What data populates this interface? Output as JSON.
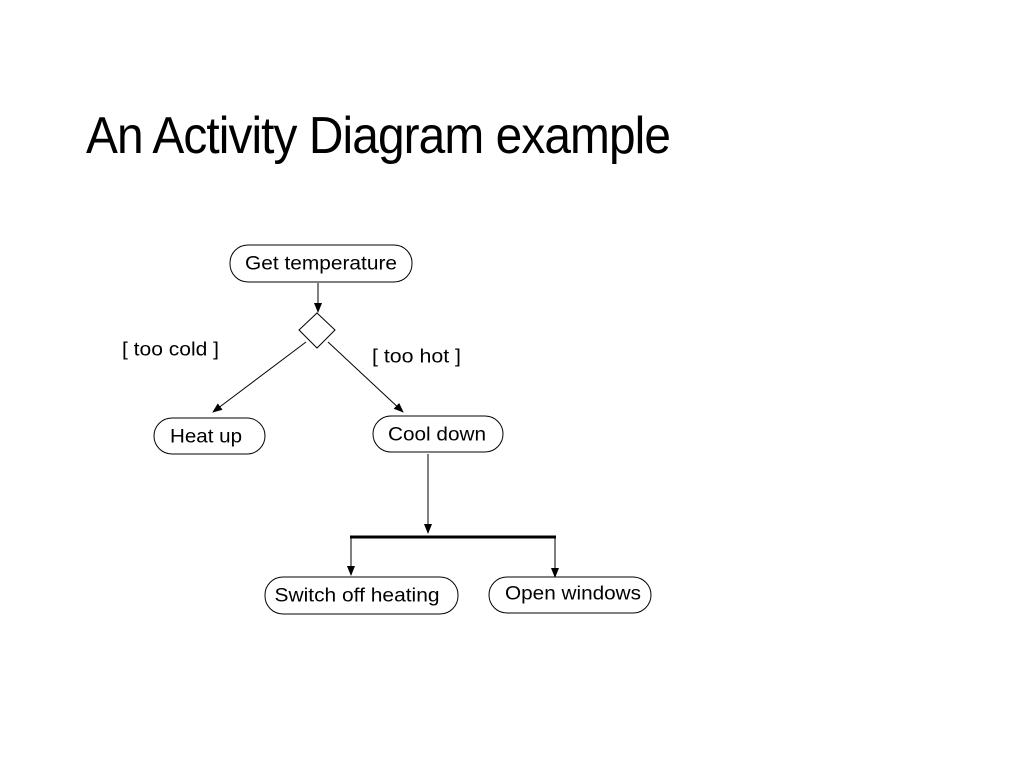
{
  "slide": {
    "title": "An Activity Diagram example"
  },
  "diagram": {
    "activities": {
      "get_temperature": "Get temperature",
      "heat_up": "Heat up",
      "cool_down": "Cool down",
      "switch_off_heating": "Switch off heating",
      "open_windows": "Open windows"
    },
    "guards": {
      "too_cold": "[ too cold ]",
      "too_hot": "[ too hot ]"
    }
  }
}
